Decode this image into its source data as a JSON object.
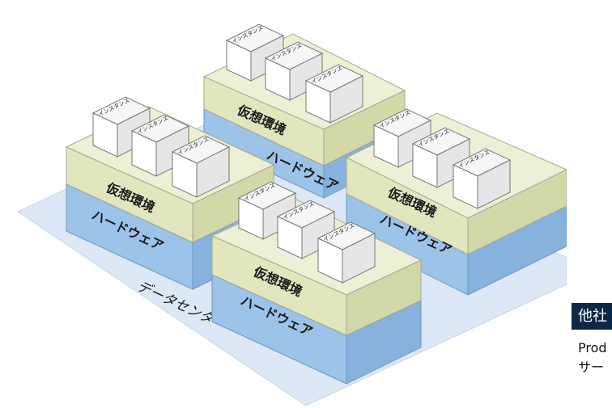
{
  "diagram": {
    "datacenter_label": "データセンター",
    "blocks": [
      {
        "id": "back-center",
        "virtual_label": "仮想環境",
        "hardware_label": "ハードウェア",
        "instances": [
          "インスタンス",
          "インスタンス",
          "インスタンス"
        ]
      },
      {
        "id": "left",
        "virtual_label": "仮想環境",
        "hardware_label": "ハードウェア",
        "instances": [
          "インスタンス",
          "インスタンス",
          "インスタンス"
        ]
      },
      {
        "id": "right",
        "virtual_label": "仮想環境",
        "hardware_label": "ハードウェア",
        "instances": [
          "インスタンス",
          "インスタンス",
          "インスタンス"
        ]
      },
      {
        "id": "front",
        "virtual_label": "仮想環境",
        "hardware_label": "ハードウェア",
        "instances": [
          "インスタンス",
          "インスタンス",
          "インスタンス"
        ]
      }
    ]
  },
  "sidebar": {
    "banner": "他社",
    "text_line1": "Prod",
    "text_line2": "サー"
  },
  "colors": {
    "virtual_top": "#eef0d6",
    "virtual_front": "#e2e6bd",
    "virtual_side": "#d2d8a8",
    "hardware_front": "#9cc3e8",
    "hardware_side": "#86b2dd",
    "platform": "#dde8f6",
    "banner_bg": "#0b2947"
  }
}
